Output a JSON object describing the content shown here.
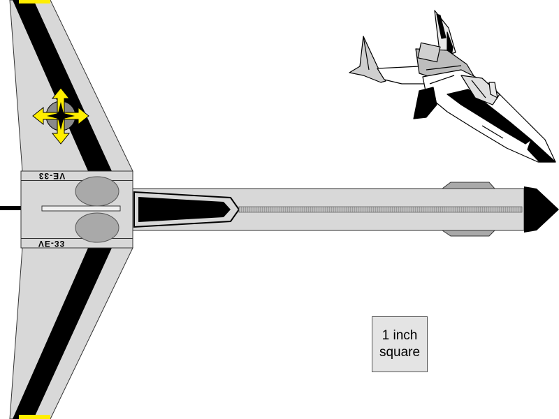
{
  "plan_view": {
    "registration_top": "VE-33",
    "registration_bottom": "VE-33"
  },
  "scale_reference": {
    "line1": "1 inch",
    "line2": "square"
  },
  "colors": {
    "hull_fill": "#d8d8d8",
    "stripe": "#000000",
    "intake_oval": "#a9a9a9",
    "nose_cone": "#000000",
    "wingtip_accent": "#ffee00",
    "move_cursor_arrows": "#ffee00"
  },
  "icons": {
    "move_cursor": "four-way-move-arrows-icon"
  }
}
